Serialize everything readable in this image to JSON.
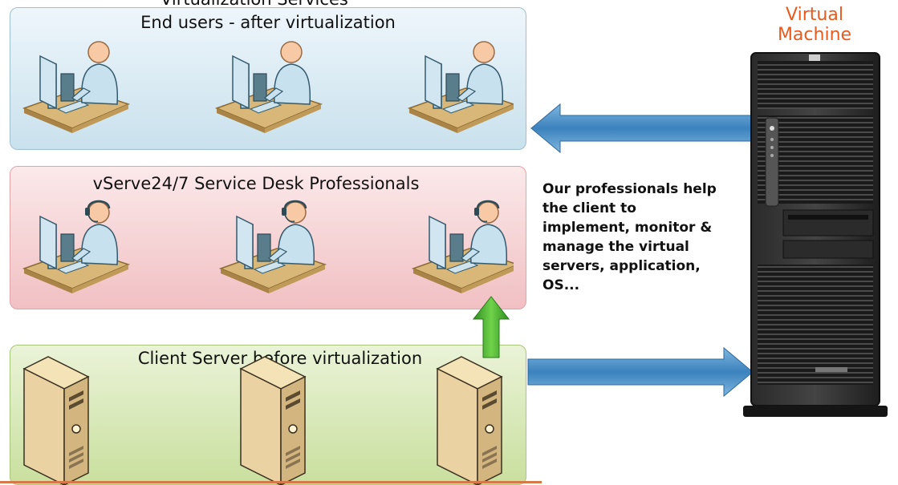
{
  "heading_partial": "Virtualization Services",
  "panels": {
    "end_users": {
      "title": "End users - after virtualization"
    },
    "service_desk": {
      "title": "vServe24/7 Service Desk Professionals"
    },
    "client_server": {
      "title": "Client Server before virtualization"
    }
  },
  "virtual_machine": {
    "line1": "Virtual",
    "line2": "Machine"
  },
  "description": {
    "lines": [
      "Our professionals help",
      "the client to",
      "implement, monitor &",
      "manage the virtual",
      "servers, application,",
      "OS..."
    ]
  },
  "colors": {
    "accent_orange": "#e85a1d",
    "arrow_blue": "#4a8fc7",
    "arrow_green": "#3fae2a"
  }
}
